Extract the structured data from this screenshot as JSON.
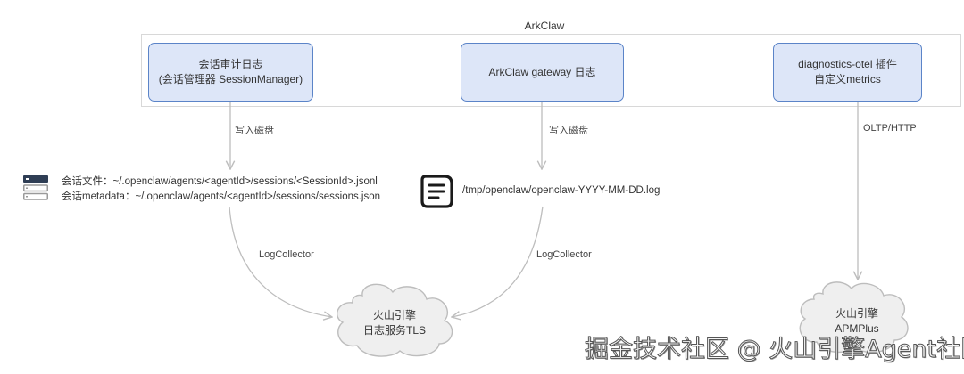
{
  "group": {
    "title": "ArkClaw"
  },
  "nodes": {
    "session_audit": {
      "line1": "会话审计日志",
      "line2": "(会话管理器 SessionManager)"
    },
    "gateway_log": {
      "line1": "ArkClaw gateway 日志"
    },
    "otel_plugin": {
      "line1": "diagnostics-otel 插件",
      "line2": "自定义metrics"
    }
  },
  "edges": {
    "write_disk_1": "写入磁盘",
    "write_disk_2": "写入磁盘",
    "otlp": "OLTP/HTTP",
    "logcollector_1": "LogCollector",
    "logcollector_2": "LogCollector"
  },
  "files": {
    "session_file": "会话文件：~/.openclaw/agents/<agentId>/sessions/<SessionId>.jsonl",
    "session_metadata": "会话metadata：~/.openclaw/agents/<agentId>/sessions/sessions.json",
    "gateway_file": "/tmp/openclaw/openclaw-YYYY-MM-DD.log"
  },
  "icons": {
    "storage": "server-storage-icon",
    "document": "document-lines-icon"
  },
  "clouds": {
    "tls": {
      "line1": "火山引擎",
      "line2": "日志服务TLS"
    },
    "apm": {
      "line1": "火山引擎",
      "line2": "APMPlus"
    }
  },
  "watermark": "掘金技术社区 @ 火山引擎Agent社区",
  "colors": {
    "node_fill": "#dde6f8",
    "node_border": "#5b84c8",
    "connector": "#bdbdbd",
    "cloud_fill": "#efefef",
    "cloud_border": "#bdbdbd",
    "storage_icon_dark": "#2f3e55",
    "storage_icon_light": "#9a9a9a"
  }
}
